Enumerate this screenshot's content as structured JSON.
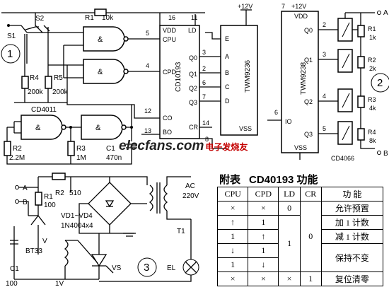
{
  "labels": {
    "r1": "R1",
    "r1_val": "10k",
    "s1": "S1",
    "s2": "S2",
    "r4": "R4",
    "r4_val": "200k",
    "r5": "R5",
    "r5_val": "200k",
    "cd4011": "CD4011",
    "r2": "R2",
    "r2_val": "2.2M",
    "r3": "R3",
    "r3_val": "1M",
    "c1": "C1",
    "c1_val": "470n",
    "circle1": "1",
    "circle2": "2",
    "circle3": "3",
    "ic1": "CD10193",
    "vdd": "VDD",
    "vss": "VSS",
    "ld": "LD",
    "cpu": "CPU",
    "cpd": "CPD",
    "co": "CO",
    "bo": "BO",
    "q0": "Q0",
    "q1": "Q1",
    "q2": "Q2",
    "q3": "Q3",
    "cr": "CR",
    "pin16": "16",
    "pin11": "11",
    "pin5": "5",
    "pin4": "4",
    "pin12": "12",
    "pin13": "13",
    "pin3": "3",
    "pin2": "2",
    "pin6": "6",
    "pin7": "7",
    "pin14": "14",
    "pin8": "8",
    "vplus": "+12V",
    "ic2": "TWM9236",
    "ic3": "TWM9238",
    "e": "E",
    "a": "A",
    "b": "B",
    "c": "C",
    "d": "D",
    "io": "IO",
    "pin7b": "7",
    "pin2b": "2",
    "pin3b": "3",
    "pin4b": "4",
    "pin5b": "5",
    "pin6b": "6",
    "rr1": "R1",
    "rr1_val": "1k",
    "rr2": "R2",
    "rr2_val": "2k",
    "rr3": "R3",
    "rr3_val": "4k",
    "rr4": "R4",
    "rr4_val": "8k",
    "cd4066": "CD4066",
    "term_a": "A",
    "term_b": "B",
    "ps_a": "A",
    "ps_b": "B",
    "ps_r1": "R1",
    "ps_r1_val": "100",
    "ps_r2": "R2",
    "ps_r2_val": "510",
    "ps_v": "V",
    "ps_bt": "BT33",
    "ps_c1": "C1",
    "vd": "VD1~VD4",
    "vd_val": "1N4004x4",
    "ac": "AC",
    "ac_val": "220V",
    "t1": "T1",
    "vs": "VS",
    "el": "EL",
    "c1_bottom": "100",
    "v_bottom": "1V"
  },
  "watermark": {
    "en": "elecfans.com",
    "cn": "电子发烧友"
  },
  "table": {
    "title": "附表",
    "subtitle": "CD40193 功能",
    "headers": [
      "CPU",
      "CPD",
      "LD",
      "CR",
      "功 能"
    ],
    "rows": [
      [
        "×",
        "×",
        "0",
        "",
        "允许预置"
      ],
      [
        "↑",
        "1",
        "",
        "",
        "加 1 计数"
      ],
      [
        "1",
        "↑",
        "",
        "",
        "减 1 计数"
      ],
      [
        "↓",
        "1",
        "1",
        "0",
        "保持不变"
      ],
      [
        "1",
        "↓",
        "",
        "",
        ""
      ],
      [
        "×",
        "×",
        "×",
        "1",
        "复位清零"
      ]
    ]
  }
}
